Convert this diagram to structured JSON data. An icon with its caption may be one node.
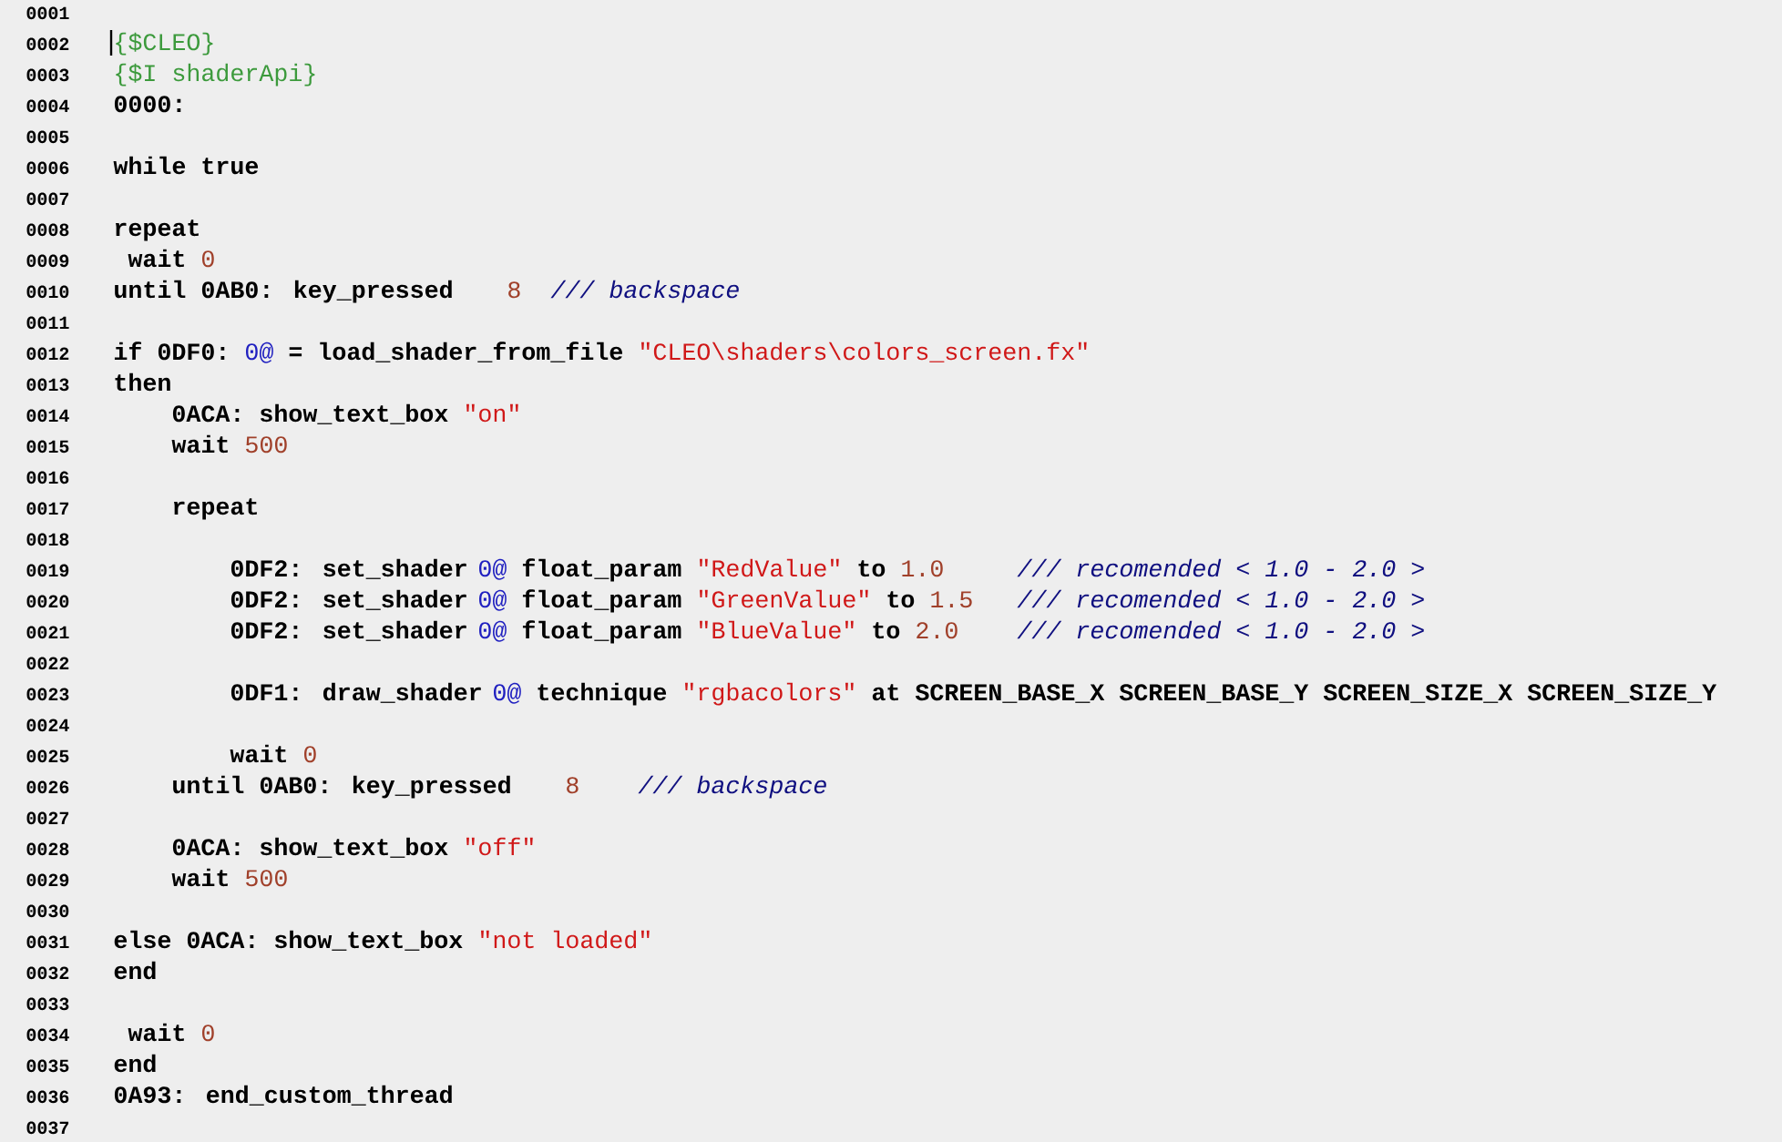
{
  "diagram": {
    "labels": [
      "0001",
      "0002",
      "{$CLEO}",
      "0003",
      "{$I shaderApi}",
      "0004",
      "0000:",
      "0005",
      "0006",
      "while true",
      "0007",
      "0008",
      "repeat",
      "0009",
      "wait",
      "0",
      "0010",
      "until  0AB0:   key_pressed",
      "8",
      "/// backspace",
      "0011",
      "0012",
      "if 0DF0:",
      "0@",
      "= load_shader_from_file",
      "\"CLEO\\shaders\\colors_screen.fx\"",
      "0013",
      "then",
      "0014",
      "0ACA: show_text_box",
      "\"on\"",
      "0015",
      "wait",
      "500",
      "0016",
      "0017",
      "repeat",
      "0018",
      "0019",
      "0DF2: set_shader",
      "0@",
      "float_param",
      "\"RedValue\"",
      "to",
      "1.0",
      "///  recomended < 1.0 - 2.0 >",
      "0020",
      "0DF2: set_shader",
      "0@",
      "float_param",
      "\"GreenValue\"",
      "to",
      "1.5",
      "///  recomended < 1.0 - 2.0 >",
      "0021",
      "0DF2: set_shader",
      "0@",
      "float_param",
      "\"BlueValue\"",
      "to",
      "2.0",
      "///  recomended < 1.0 - 2.0 >",
      "0022",
      "0023",
      "0DF1: draw_shader",
      "0@",
      "technique",
      "\"rgbacolors\"",
      "at SCREEN_BASE_X SCREEN_BASE_Y SCREEN_SIZE_X SCREEN_SIZE_Y",
      "0024",
      "0025",
      "wait",
      "0",
      "0026",
      "until  0AB0:   key_pressed",
      "8",
      "/// backspace",
      "0027",
      "0028",
      "0ACA: show_text_box",
      "\"off\"",
      "0029",
      "wait",
      "500",
      "0030",
      "0031",
      "else 0ACA: show_text_box",
      "\"not loaded\"",
      "0032",
      "end",
      "0033",
      "0034",
      "wait",
      "0",
      "0035",
      "end",
      "0036",
      "0A93: end_custom_thread",
      "0037"
    ]
  }
}
